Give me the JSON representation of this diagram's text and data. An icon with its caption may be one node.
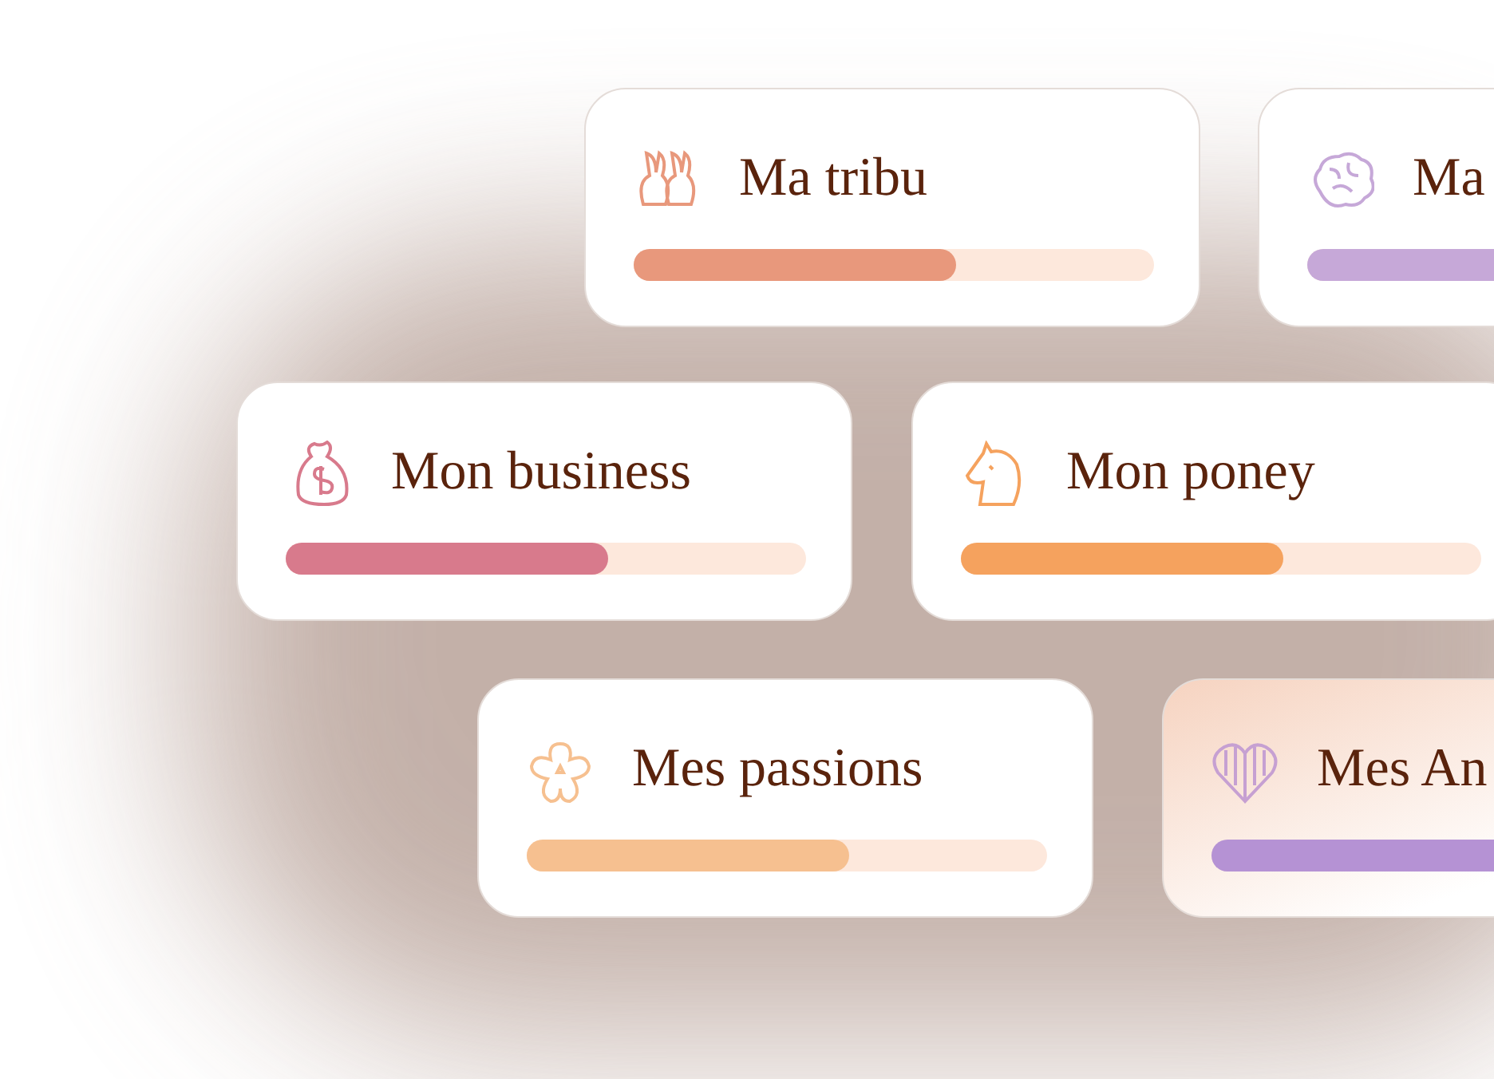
{
  "diagram": {
    "nodes": [
      {
        "text": [
          "Ma tribu"
        ]
      },
      {
        "text": [
          "Ma"
        ]
      },
      {
        "text": [
          "Mon business"
        ]
      },
      {
        "text": [
          "Mon poney"
        ]
      },
      {
        "text": [
          "Mes passions"
        ]
      },
      {
        "text": [
          "Mes An"
        ]
      }
    ]
  }
}
